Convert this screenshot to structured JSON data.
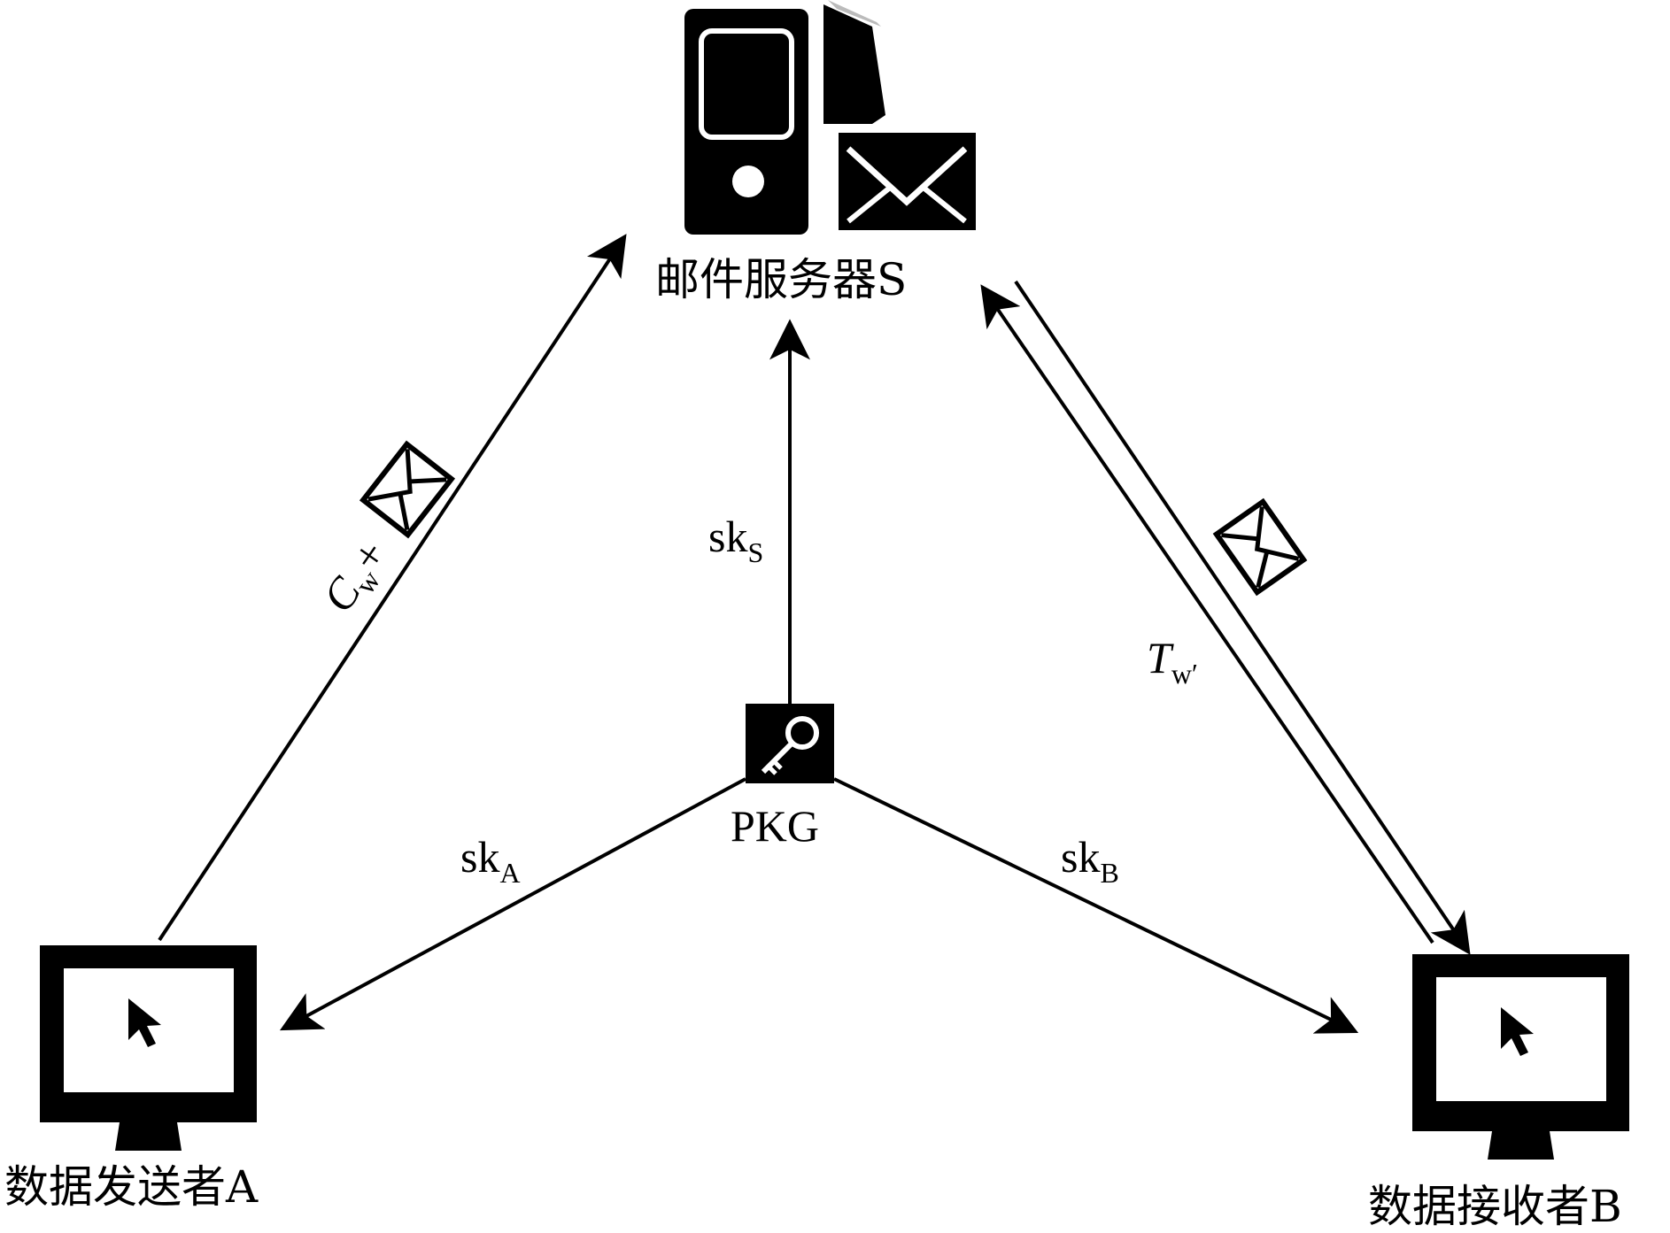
{
  "nodes": {
    "server": {
      "label": "邮件服务器S"
    },
    "sender": {
      "label": "数据发送者A"
    },
    "receiver": {
      "label": "数据接收者B"
    },
    "pkg": {
      "label": "PKG"
    }
  },
  "edges": {
    "sender_to_server": {
      "main": "C",
      "sub": "w",
      "suffix": "+"
    },
    "pkg_to_server": {
      "main": "sk",
      "sub": "S"
    },
    "pkg_to_sender": {
      "main": "sk",
      "sub": "A"
    },
    "pkg_to_receiver": {
      "main": "sk",
      "sub": "B"
    },
    "receiver_server": {
      "main": "T",
      "sub": "w′"
    }
  },
  "icons": {
    "server": "mail-server-icon",
    "computer": "computer-monitor-icon",
    "key": "key-icon",
    "envelope": "envelope-icon"
  }
}
